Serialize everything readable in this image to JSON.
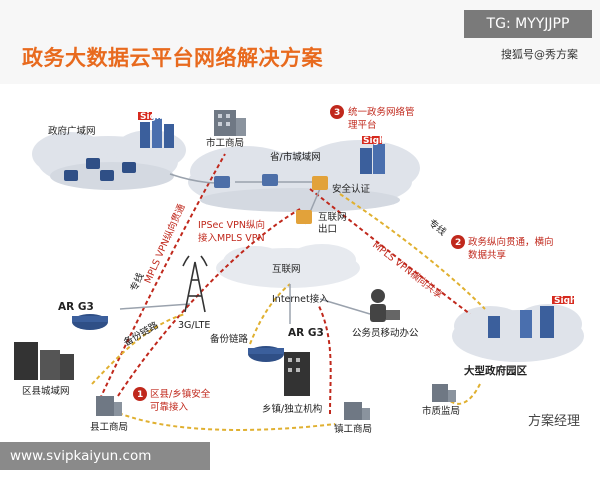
{
  "header": {
    "title": "政务大数据云平台网络解决方案",
    "tg_badge": "TG: MYYJJPP",
    "source_tag": "搜狐号@秀方案"
  },
  "diagram": {
    "gov_wan": "政府广域网",
    "market_bureau": "市工商局",
    "step3_num": "3",
    "step3_text_1": "统一政务网络管",
    "step3_text_2": "理平台",
    "sight": "Sight",
    "prov_city_net": "省/市城域网",
    "security_auth": "安全认证",
    "internet_exit_1": "互联网",
    "internet_exit_2": "出口",
    "ipsec_1": "IPSec VPN纵向",
    "ipsec_2": "接入MPLS VPN",
    "mpls_vertical": "MPLS VPN纵向贯通",
    "backup_line_main": "专线",
    "mpls_horizontal": "MPLS VPN横向共享",
    "dedicated_line": "专线",
    "step2_num": "2",
    "step2_text_1": "政务纵向贯通，横向",
    "step2_text_2": "数据共享",
    "internet": "互联网",
    "internet_access": "Internet接入",
    "mobile_office": "公务员移动办公",
    "ar_g3_left": "AR G3",
    "ar_g3_mid": "AR G3",
    "g3_lte": "3G/LTE",
    "backup_link_1": "备份链路",
    "backup_link_2": "备份链路",
    "county_net": "区县城域网",
    "step1_num": "1",
    "step1_text_1": "区县/乡镇安全",
    "step1_text_2": "可靠接入",
    "county_bureau": "县工商局",
    "town_agency": "乡镇/独立机构",
    "town_bureau": "镇工商局",
    "big_park": "大型政府园区",
    "market_supervision": "市质监局"
  },
  "footer": {
    "url": "www.svipkaiyun.com",
    "watermark": "方案经理"
  },
  "colors": {
    "title": "#e86a1e",
    "red_dash": "#c0281c",
    "yellow_dash": "#e0b030",
    "sight_red": "#d62a1e"
  }
}
